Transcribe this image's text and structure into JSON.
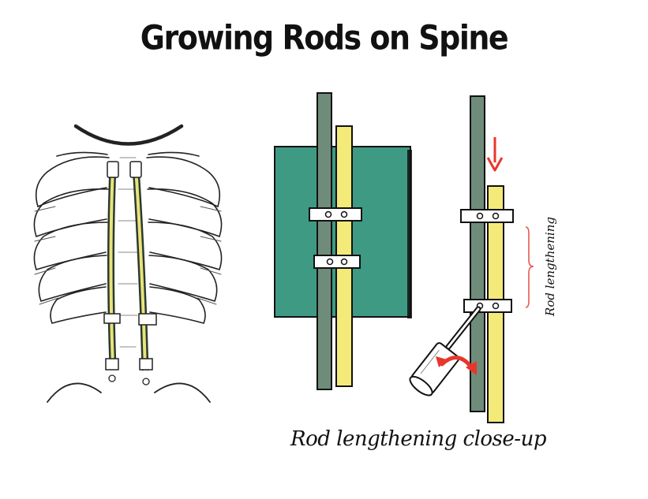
{
  "title": "Growing Rods on Spine",
  "caption": "Rod lengthening close-up",
  "side_label": "Rod lengthening",
  "colors": {
    "rod": "#f3ea7a",
    "spine_rod": "#6f8c7a",
    "block": "#3e9a83",
    "arrow": "#e8362c",
    "bracket": "#e45a52",
    "ink": "#111111"
  },
  "icons": {
    "down_arrow": "red-down-arrow-icon",
    "rotate_arrow": "red-rotate-arrow-icon",
    "wrench": "screwdriver-icon"
  }
}
